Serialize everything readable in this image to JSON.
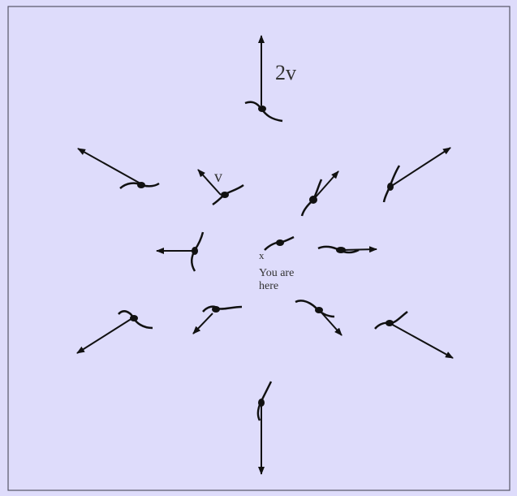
{
  "labels": {
    "outer_velocity": "2v",
    "inner_velocity": "v",
    "observer_marker": "x",
    "observer_line1": "You are",
    "observer_line2": "here"
  },
  "colors": {
    "background": "#dedcfb",
    "border": "#555566",
    "ink": "#111111"
  }
}
